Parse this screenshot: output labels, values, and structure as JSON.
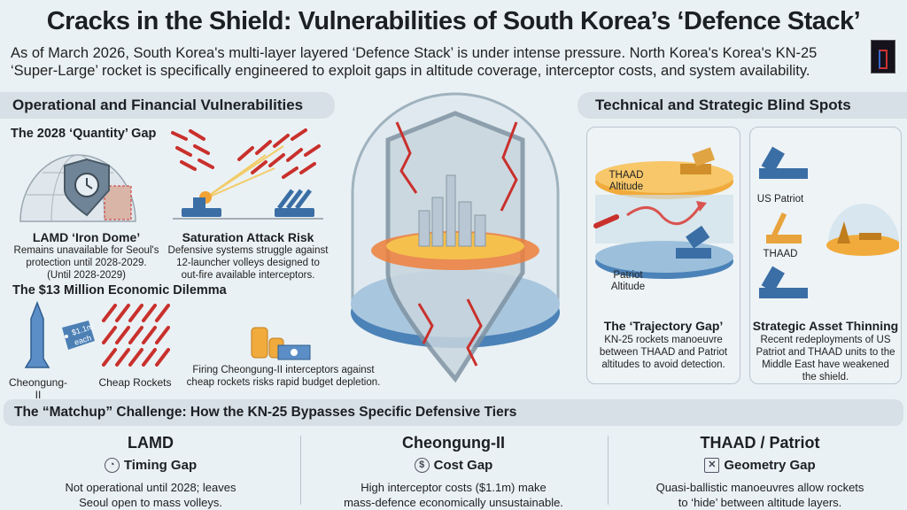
{
  "header": {
    "title": "Cracks in the Shield: Vulnerabilities of South Korea’s ‘Defence Stack’",
    "intro_line1": "As of March 2026, South Korea's multi-layer layered ‘Defence Stack’ is under intense pressure. North Korea's Korea's KN-25",
    "intro_line2": "‘Super-Large’ rocket is specifically engineered to exploit gaps in altitude coverage, interceptor costs, and system availability."
  },
  "left": {
    "heading": "Operational and Financial Vulnerabilities",
    "quantity_gap": "The 2028 ‘Quantity’ Gap",
    "lamd": {
      "title": "LAMD ‘Iron Dome’",
      "lines": [
        "Remains unavailable for Seoul's",
        "protection until 2028-2029.",
        "(Until 2028-2029)"
      ]
    },
    "saturation": {
      "title": "Saturation Attack Risk",
      "lines": [
        "Defensive systems struggle against",
        "12-launcher volleys designed to",
        "out-fire available interceptors."
      ]
    },
    "dilemma": "The $13 Million Economic Dilemma",
    "price_tag": [
      "$1.1m",
      "each"
    ],
    "cheongung_label": "Cheongung-II",
    "cheap_label": "Cheap Rockets",
    "budget_lines": [
      "Firing Cheongung-II interceptors against",
      "cheap rockets risks rapid budget depletion."
    ]
  },
  "right": {
    "heading": "Technical and Strategic Blind Spots",
    "thaad_alt": [
      "THAAD",
      "Altitude"
    ],
    "patriot_alt": [
      "Patriot",
      "Altitude"
    ],
    "trajectory": {
      "title": "The ‘Trajectory Gap’",
      "lines": [
        "KN-25 rockets manoeuvre",
        "between THAAD and Patriot",
        "altitudes to avoid detection."
      ]
    },
    "us_patriot": "US Patriot",
    "thaad": "THAAD",
    "thinning": {
      "title": "Strategic Asset Thinning",
      "lines": [
        "Recent redeployments of US",
        "Patriot and THAAD units to the",
        "Middle East have weakened",
        "the shield."
      ]
    }
  },
  "matchup": {
    "heading": "The “Matchup” Challenge: How the KN-25 Bypasses Specific Defensive Tiers",
    "columns": [
      {
        "name": "LAMD",
        "gap": "Timing Gap",
        "icon": "clock-icon",
        "lines": [
          "Not operational until 2028; leaves",
          "Seoul open to mass volleys."
        ]
      },
      {
        "name": "Cheongung-II",
        "gap": "Cost Gap",
        "icon": "dollar-icon",
        "lines": [
          "High interceptor costs ($1.1m) make",
          "mass-defence economically unsustainable."
        ]
      },
      {
        "name": "THAAD / Patriot",
        "gap": "Geometry Gap",
        "icon": "geometry-icon",
        "lines": [
          "Quasi-ballistic manoeuvres allow rockets",
          "to ‘hide’ between altitude layers."
        ]
      }
    ]
  },
  "colors": {
    "accent_red": "#c9302c",
    "thaad_orange": "#f0ab3c",
    "patriot_blue": "#3d78b8",
    "band": "#d6e0e6"
  }
}
